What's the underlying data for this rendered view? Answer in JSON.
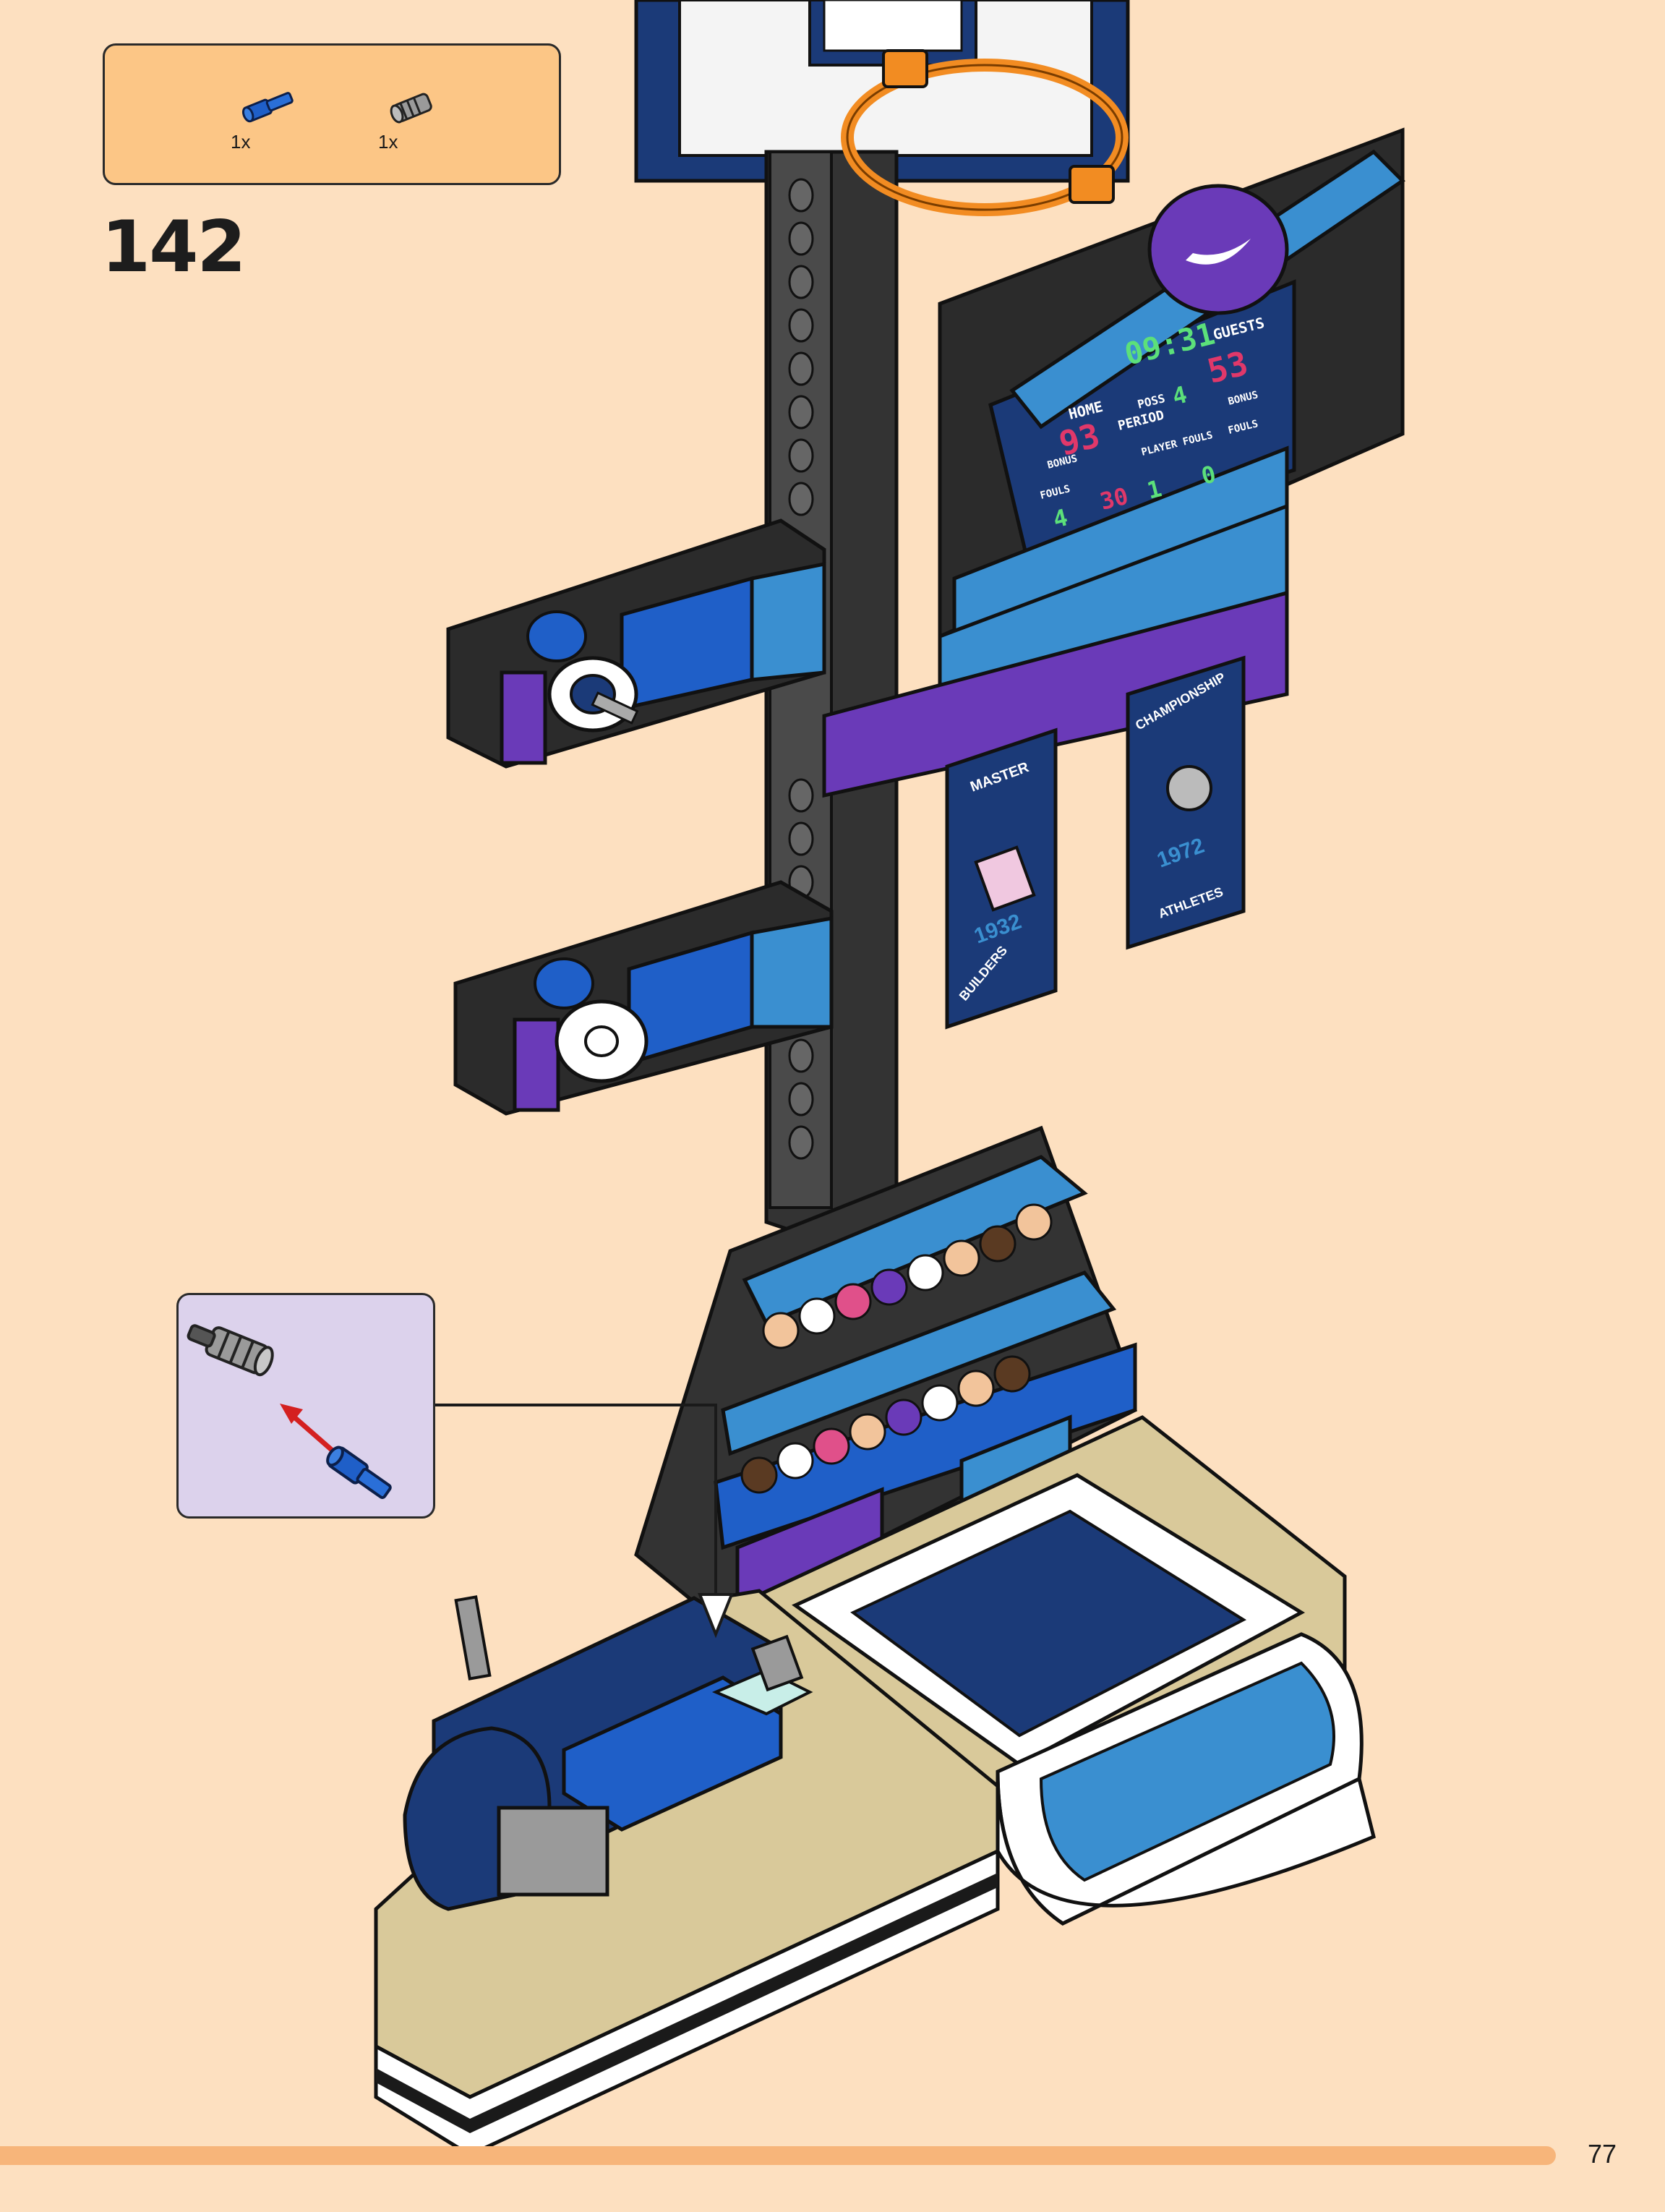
{
  "step": {
    "number": "142"
  },
  "parts_list": {
    "items": [
      {
        "name": "blue-pin-axle-icon",
        "quantity": "1x"
      },
      {
        "name": "gray-bush-connector-icon",
        "quantity": "1x"
      }
    ]
  },
  "scoreboard": {
    "clock": "09:31",
    "home_label": "HOME",
    "home_score": "93",
    "guests_label": "GUESTS",
    "guests_score": "53",
    "poss_label": "POSS",
    "period_label": "PERIOD",
    "period": "4",
    "bonus_label": "BONUS",
    "fouls_label": "FOULS",
    "player_fouls_label": "PLAYER FOULS",
    "home_fouls": "4",
    "player_fouls": "30",
    "player_fouls_2": "1",
    "guest_fouls": "0"
  },
  "banners": [
    {
      "top": "MASTER",
      "year": "1932",
      "bottom": "BUILDERS"
    },
    {
      "top": "CHAMPIONSHIP",
      "year": "1972",
      "bottom": "ATHLETES"
    }
  ],
  "colors": {
    "page_bg": "#fde0c0",
    "parts_box": "#fcc686",
    "callout_box": "#dcd2ec",
    "dark_blue": "#1b3a78",
    "medium_blue": "#1f5fc8",
    "azure": "#3a8fd0",
    "purple": "#6a3ab8",
    "tan": "#d9c99a",
    "orange": "#f28c22",
    "arrow_red": "#d42020"
  },
  "page": {
    "number": "77"
  }
}
